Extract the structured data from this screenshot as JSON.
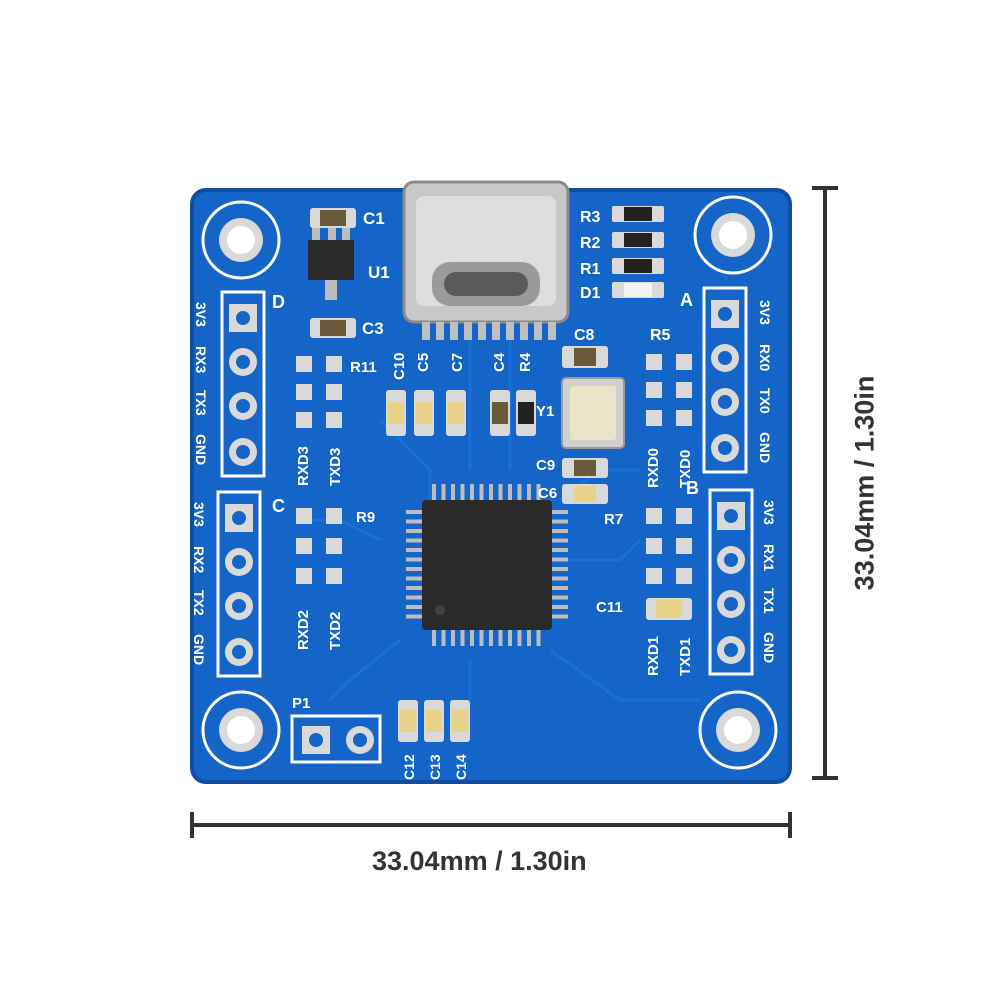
{
  "dimensions": {
    "width_label": "33.04mm / 1.30in",
    "height_label": "33.04mm / 1.30in"
  },
  "colors": {
    "pcb": "#1565c8",
    "pcb_dark": "#0f4fa3",
    "silkscreen": "#ffffff",
    "pad": "#d9d9d9",
    "chip": "#2a2a2a",
    "dim_line": "#333333"
  },
  "silkscreen": {
    "components_top": [
      "C1",
      "U1",
      "C3",
      "C10",
      "C5",
      "C7",
      "C4",
      "R4",
      "C8",
      "R5",
      "Y1",
      "C9",
      "C6",
      "R3",
      "R2",
      "R1",
      "D1",
      "R11",
      "R9",
      "R7",
      "C11",
      "P1",
      "C12",
      "C13",
      "C14"
    ],
    "ports": {
      "D": {
        "label": "D",
        "pins": [
          "3V3",
          "RX3",
          "TX3",
          "GND"
        ],
        "rx": "RXD3",
        "tx": "TXD3"
      },
      "C": {
        "label": "C",
        "pins": [
          "3V3",
          "RX2",
          "TX2",
          "GND"
        ],
        "rx": "RXD2",
        "tx": "TXD2"
      },
      "A": {
        "label": "A",
        "pins": [
          "3V3",
          "RX0",
          "TX0",
          "GND"
        ],
        "rx": "RXD0",
        "tx": "TXD0"
      },
      "B": {
        "label": "B",
        "pins": [
          "3V3",
          "RX1",
          "TX1",
          "GND"
        ],
        "rx": "RXD1",
        "tx": "TXD1"
      }
    }
  }
}
